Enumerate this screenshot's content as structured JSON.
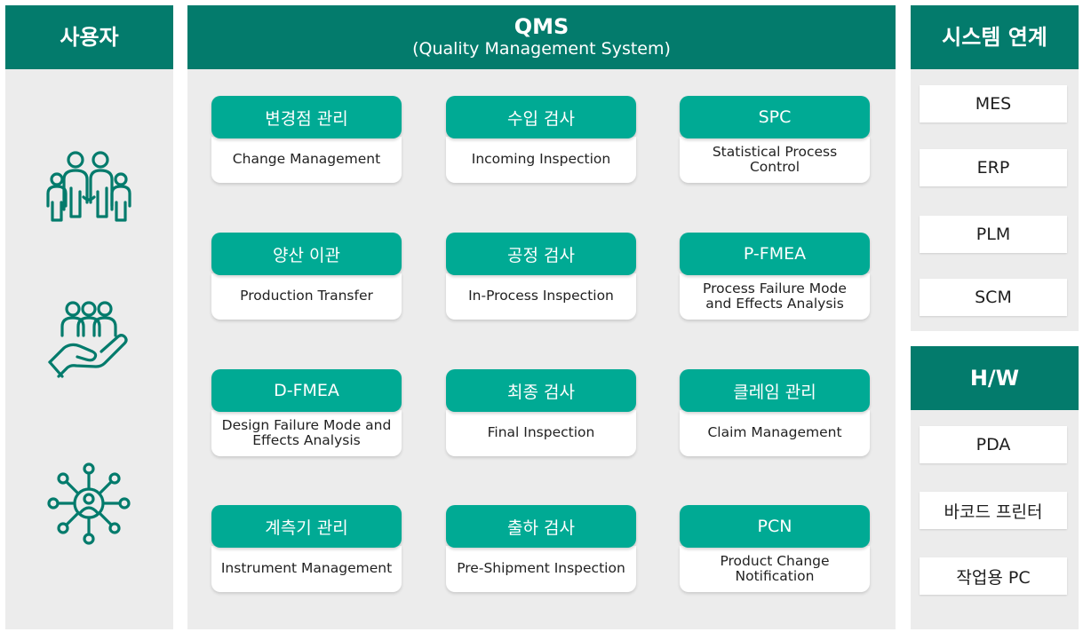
{
  "users": {
    "header": "사용자",
    "icons": [
      "family-group-icon",
      "people-in-hand-icon",
      "user-network-icon"
    ]
  },
  "qms": {
    "title": "QMS",
    "subtitle": "(Quality Management System)",
    "modules": [
      {
        "title": "변경점 관리",
        "desc": "Change Management"
      },
      {
        "title": "수입 검사",
        "desc": "Incoming Inspection"
      },
      {
        "title": "SPC",
        "desc": "Statistical Process Control"
      },
      {
        "title": "양산 이관",
        "desc": "Production Transfer"
      },
      {
        "title": "공정 검사",
        "desc": "In-Process Inspection"
      },
      {
        "title": "P-FMEA",
        "desc": "Process Failure Mode and Effects Analysis"
      },
      {
        "title": "D-FMEA",
        "desc": "Design Failure Mode and Effects Analysis"
      },
      {
        "title": "최종 검사",
        "desc": "Final Inspection"
      },
      {
        "title": "클레임 관리",
        "desc": "Claim Management"
      },
      {
        "title": "계측기 관리",
        "desc": "Instrument Management"
      },
      {
        "title": "출하 검사",
        "desc": "Pre-Shipment Inspection"
      },
      {
        "title": "PCN",
        "desc": "Product Change Notification"
      }
    ]
  },
  "systems": {
    "header": "시스템 연계",
    "items": [
      "MES",
      "ERP",
      "PLM",
      "SCM"
    ]
  },
  "hw": {
    "header": "H/W",
    "items": [
      "PDA",
      "바코드 프린터",
      "작업용 PC"
    ]
  },
  "colors": {
    "header": "#037b6c",
    "module": "#00aa94",
    "panel": "#ececec"
  }
}
